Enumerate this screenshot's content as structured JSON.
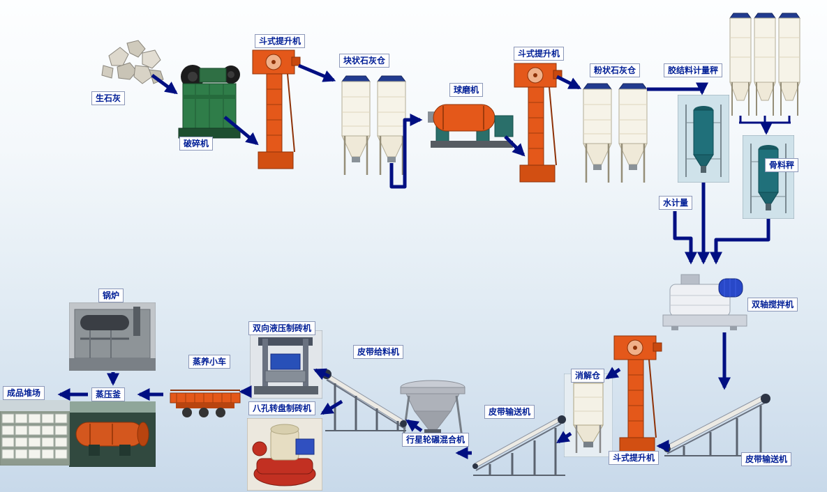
{
  "diagram": {
    "type": "process-flow",
    "nodes": {
      "quicklime": {
        "label": "生石灰"
      },
      "crusher": {
        "label": "破碎机"
      },
      "bucket_elevator_1": {
        "label": "斗式提升机"
      },
      "block_lime_silo": {
        "label": "块状石灰仓"
      },
      "ball_mill": {
        "label": "球磨机"
      },
      "bucket_elevator_2": {
        "label": "斗式提升机"
      },
      "powder_lime_silo": {
        "label": "粉状石灰仓"
      },
      "binder_metering_scale": {
        "label": "胶结料计量秤"
      },
      "aggregate_scale": {
        "label": "骨料秤"
      },
      "water_metering": {
        "label": "水计量"
      },
      "double_shaft_mixer": {
        "label": "双轴搅拌机"
      },
      "belt_conveyor_right": {
        "label": "皮带输送机"
      },
      "bucket_elevator_3": {
        "label": "斗式提升机"
      },
      "digestion_silo": {
        "label": "消解仓"
      },
      "belt_conveyor_mid": {
        "label": "皮带输送机"
      },
      "planetary_mixer": {
        "label": "行星轮碾混合机"
      },
      "belt_feeder": {
        "label": "皮带给料机"
      },
      "hydraulic_brick_machine": {
        "label": "双向液压制砖机"
      },
      "rotary_brick_machine": {
        "label": "八孔转盘制砖机"
      },
      "steam_curing_cart": {
        "label": "蒸养小车"
      },
      "autoclave": {
        "label": "蒸压釜"
      },
      "finished_product_yard": {
        "label": "成品堆场"
      },
      "boiler": {
        "label": "锅炉"
      }
    },
    "colors": {
      "arrow": "#000f82",
      "label_text": "#001e96",
      "label_border": "#8b97b8",
      "label_background": "#ffffff",
      "background_top": "#fdfeff",
      "background_bottom": "#c8d9ea",
      "equipment_orange": "#e4581a",
      "equipment_green": "#2f7d49",
      "silo_body": "#f6f3e8"
    }
  }
}
